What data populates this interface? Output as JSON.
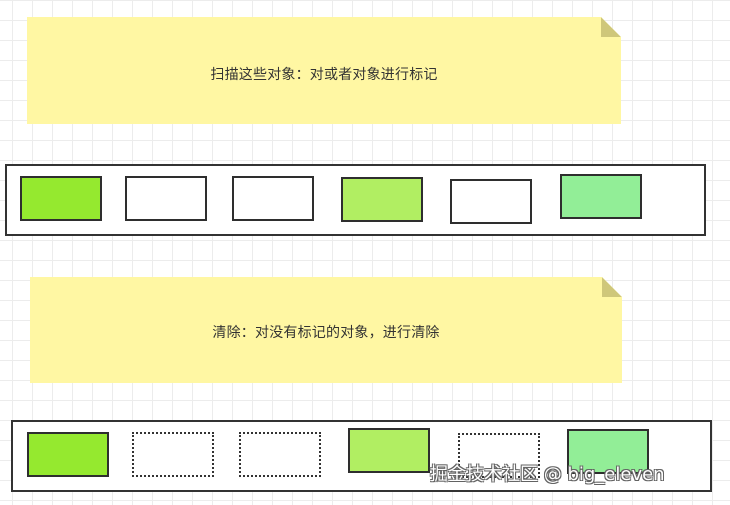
{
  "colors": {
    "note_bg": "#fff7a3",
    "note_fold": "#cfc77a",
    "marked_dark_green": "#95e92f",
    "marked_light_green": "#b1ee62",
    "marked_mint_green": "#92ee97",
    "unmarked": "#ffffff",
    "border": "#2e2e2e"
  },
  "steps": [
    {
      "note_text": "扫描这些对象：对或者对象进行标记",
      "objects": [
        {
          "state": "marked",
          "fill": "#95e92f"
        },
        {
          "state": "unmarked",
          "fill": "#ffffff"
        },
        {
          "state": "unmarked",
          "fill": "#ffffff"
        },
        {
          "state": "marked",
          "fill": "#b1ee62"
        },
        {
          "state": "unmarked",
          "fill": "#ffffff"
        },
        {
          "state": "marked",
          "fill": "#92ee97"
        }
      ]
    },
    {
      "note_text": "清除：对没有标记的对象，进行清除",
      "objects": [
        {
          "state": "marked",
          "fill": "#95e92f"
        },
        {
          "state": "cleared",
          "fill": "transparent"
        },
        {
          "state": "cleared",
          "fill": "transparent"
        },
        {
          "state": "marked",
          "fill": "#b1ee62"
        },
        {
          "state": "cleared",
          "fill": "transparent"
        },
        {
          "state": "marked",
          "fill": "#92ee97"
        }
      ]
    }
  ],
  "watermark": "掘金技术社区 @ big_eleven"
}
